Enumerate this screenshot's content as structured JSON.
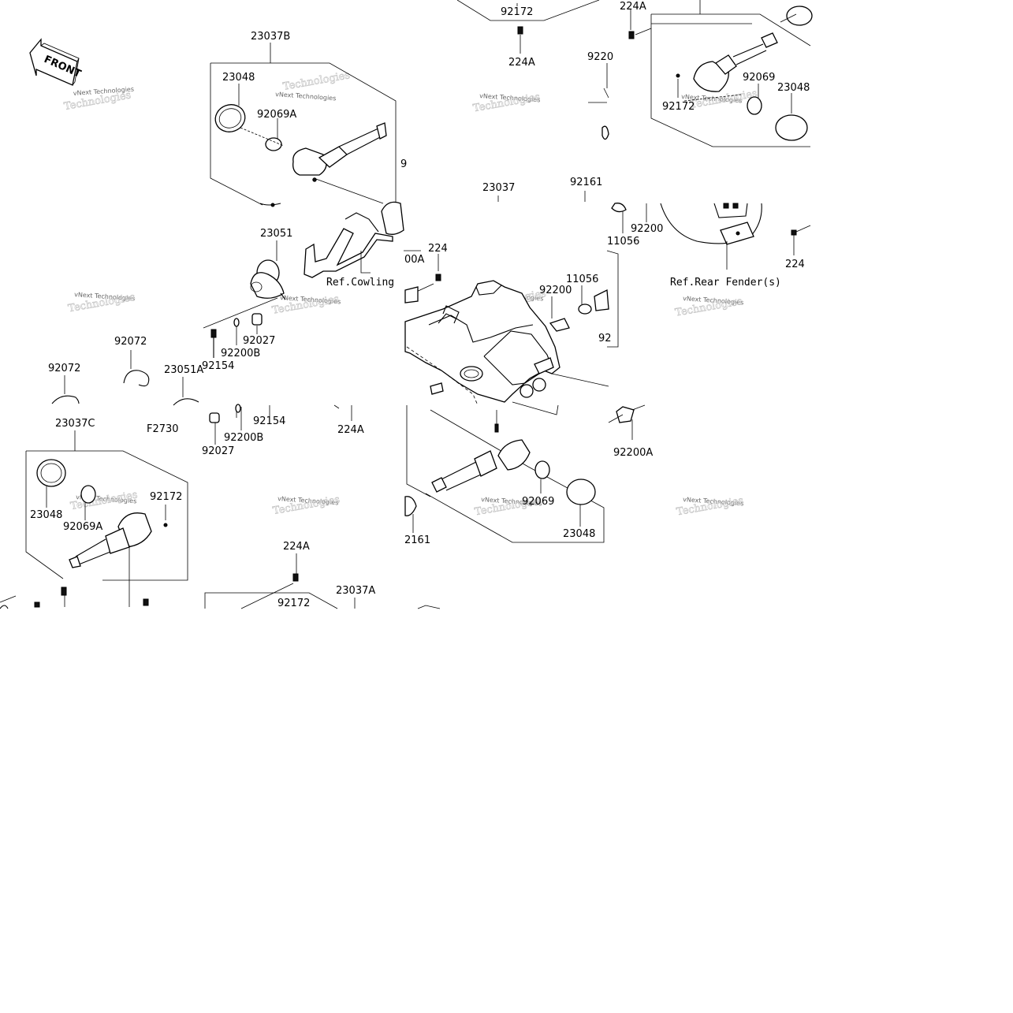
{
  "diagram": {
    "front_label": "FRONT",
    "watermark": {
      "line1": "vNext Technologies",
      "line2": "Technologies"
    },
    "refs": {
      "cowling": "Ref.Cowling",
      "rear_fender": "Ref.Rear Fender(s)"
    },
    "parts": {
      "p23037B": "23037B",
      "p23048_a": "23048",
      "p92069A_a": "92069A",
      "p23051": "23051",
      "p92027_a": "92027",
      "p92200B_a": "92200B",
      "p92154_a": "92154",
      "p92072_a": "92072",
      "p92072_b": "92072",
      "p23051A": "23051A",
      "pF2730": "F2730",
      "p92154_b": "92154",
      "p224A_a": "224A",
      "p92200B_b": "92200B",
      "p92027_b": "92027",
      "p23037C": "23037C",
      "p23048_b": "23048",
      "p92069A_b": "92069A",
      "p92172_a": "92172",
      "p224A_b": "224A",
      "p23037A": "23037A",
      "p92172_b": "92172",
      "p92172_c": "92172",
      "p224A_c": "224A",
      "p224A_d": "224A",
      "p9220_cut": "9220",
      "p92069_a": "92069",
      "p23048_c": "23048",
      "p92172_d": "92172",
      "p23037": "23037",
      "p92161_a": "92161",
      "p11056_a": "11056",
      "p92200_a": "92200",
      "p224_a": "224",
      "p224_b": "224",
      "p00A_cut": "00A",
      "p92200_b": "92200",
      "p11056_b": "11056",
      "p92_cut": "92",
      "p92200A": "92200A",
      "p92069_b": "92069",
      "p23048_d": "23048",
      "p2161_cut": "2161",
      "p9_cut": "9"
    }
  }
}
